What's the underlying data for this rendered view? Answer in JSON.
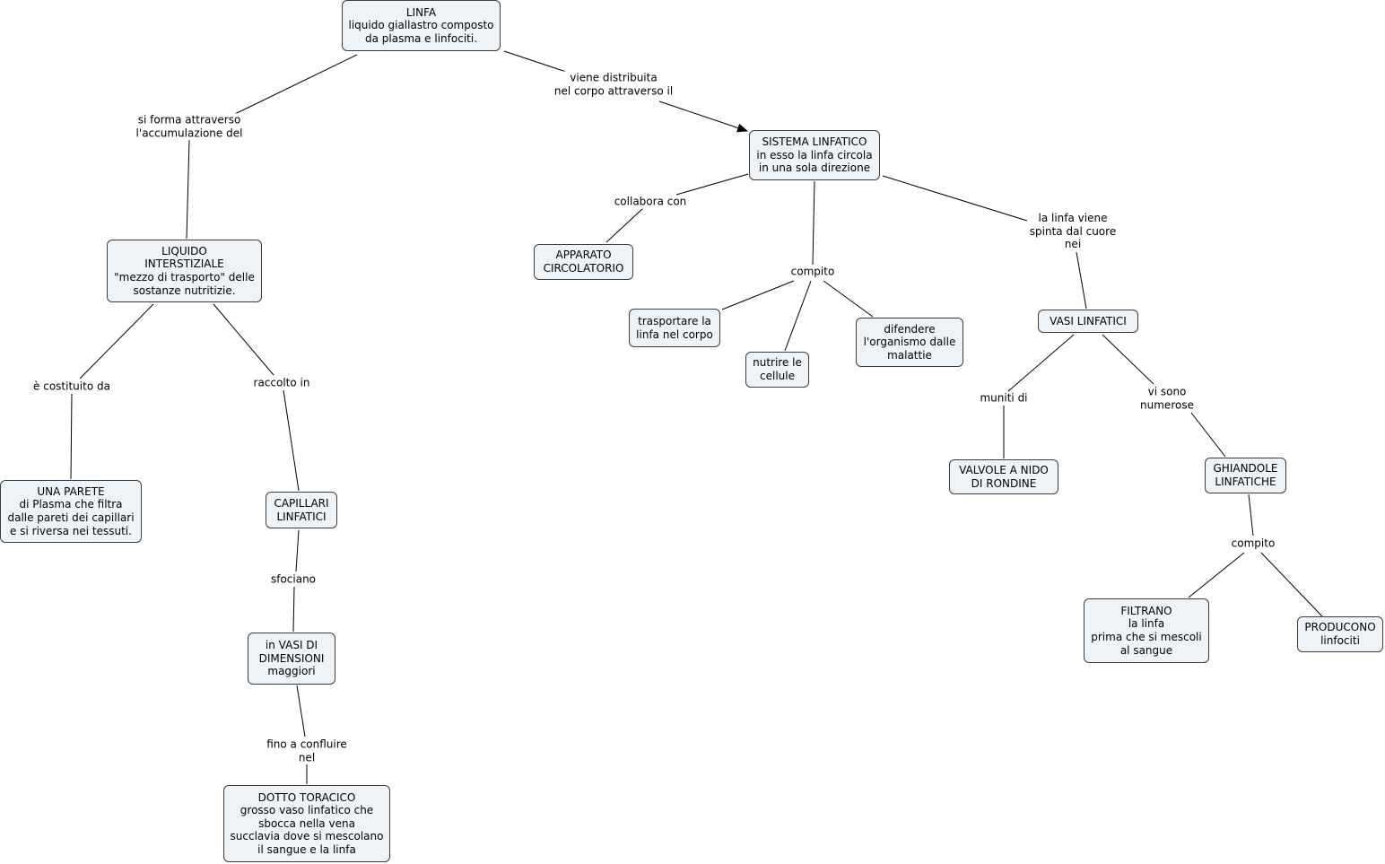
{
  "concept_map": {
    "nodes": [
      {
        "id": "linfa",
        "lines": [
          "LINFA",
          "liquido giallastro composto",
          "da plasma e linfociti."
        ]
      },
      {
        "id": "sistema",
        "lines": [
          "SISTEMA LINFATICO",
          "in esso la linfa circola",
          "in una sola direzione"
        ]
      },
      {
        "id": "liquido",
        "lines": [
          "LIQUIDO",
          "INTERSTIZIALE",
          "\"mezzo di trasporto\" delle",
          "sostanze nutritizie."
        ]
      },
      {
        "id": "apparato",
        "lines": [
          "APPARATO",
          "CIRCOLATORIO"
        ]
      },
      {
        "id": "trasportare",
        "lines": [
          "trasportare la",
          "linfa nel corpo"
        ]
      },
      {
        "id": "nutrire",
        "lines": [
          "nutrire le",
          "cellule"
        ]
      },
      {
        "id": "difendere",
        "lines": [
          "difendere",
          "l'organismo dalle",
          "malattie"
        ]
      },
      {
        "id": "vasi",
        "lines": [
          "VASI LINFATICI"
        ]
      },
      {
        "id": "parete",
        "lines": [
          "UNA PARETE",
          "di Plasma che filtra",
          "dalle pareti dei capillari",
          "e si riversa nei tessuti."
        ]
      },
      {
        "id": "capillari",
        "lines": [
          "CAPILLARI",
          "LINFATICI"
        ]
      },
      {
        "id": "valvole",
        "lines": [
          "VALVOLE A NIDO",
          "DI RONDINE"
        ]
      },
      {
        "id": "ghiandole",
        "lines": [
          "GHIANDOLE",
          "LINFATICHE"
        ]
      },
      {
        "id": "vasidim",
        "lines": [
          "in VASI DI",
          "DIMENSIONI",
          "maggiori"
        ]
      },
      {
        "id": "filtrano",
        "lines": [
          "FILTRANO",
          "la linfa",
          "prima che si mescoli",
          "al sangue"
        ]
      },
      {
        "id": "producono",
        "lines": [
          "PRODUCONO",
          "linfociti"
        ]
      },
      {
        "id": "dotto",
        "lines": [
          "DOTTO TORACICO",
          "grosso vaso linfatico che",
          "sbocca nella vena",
          "succlavia dove si mescolano",
          "il sangue e la linfa"
        ]
      }
    ],
    "links": [
      {
        "id": "l_forma",
        "lines": [
          "si forma attraverso",
          "l'accumulazione del"
        ]
      },
      {
        "id": "l_distribuita",
        "lines": [
          "viene distribuita",
          "nel corpo attraverso il"
        ]
      },
      {
        "id": "l_collabora",
        "lines": [
          "collabora con"
        ]
      },
      {
        "id": "l_compito1",
        "lines": [
          "compito"
        ]
      },
      {
        "id": "l_spinta",
        "lines": [
          "la linfa viene",
          "spinta dal cuore",
          "nei"
        ]
      },
      {
        "id": "l_costituito",
        "lines": [
          "è costituito da"
        ]
      },
      {
        "id": "l_raccolto",
        "lines": [
          "raccolto in"
        ]
      },
      {
        "id": "l_muniti",
        "lines": [
          "muniti di"
        ]
      },
      {
        "id": "l_numerose",
        "lines": [
          "vi sono",
          "numerose"
        ]
      },
      {
        "id": "l_sfociano",
        "lines": [
          "sfociano"
        ]
      },
      {
        "id": "l_compito2",
        "lines": [
          "compito"
        ]
      },
      {
        "id": "l_confluire",
        "lines": [
          "fino a confluire",
          "nel"
        ]
      }
    ]
  },
  "colors": {
    "node_fill": "#eef3f7",
    "node_border": "#3c3c3c",
    "line": "#000000"
  }
}
